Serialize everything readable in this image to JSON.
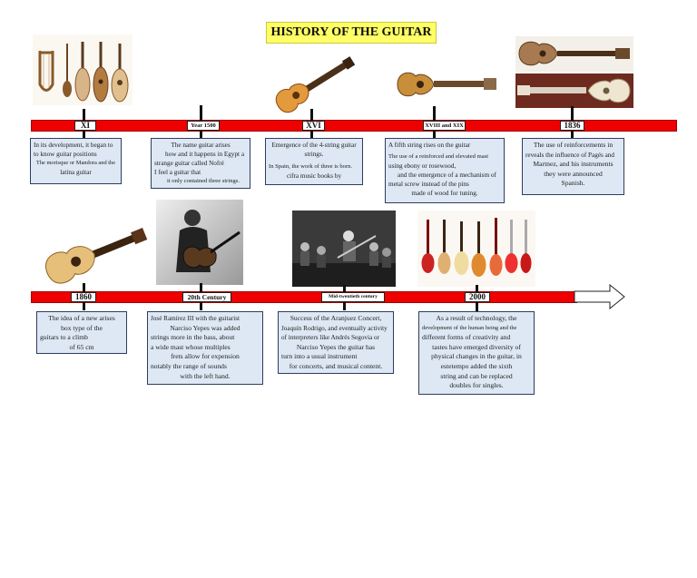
{
  "title": "HISTORY OF THE GUITAR",
  "colors": {
    "timeline_bar": "#ee0000",
    "title_highlight": "#ffff66",
    "note_box": "#dde8f4"
  },
  "timeline1": {
    "labels": [
      "XI",
      "Year 1500",
      "XVI",
      "XVIII and XIX",
      "1836"
    ],
    "notes": [
      [
        "In its development, it began to",
        "to know guitar positions",
        "The morisque or Mandora and the",
        "latina guitar"
      ],
      [
        "The name guitar arises",
        "how and it happens in Egypt a",
        "strange guitar called Nofré",
        "I feel a guitar that",
        "it only contained three strings."
      ],
      [
        "Emergence of the 4-string guitar",
        "strings.",
        "In Spain, the work of three is born.",
        "cifra music books by"
      ],
      [
        "A fifth string rises on the guitar",
        "The use of a reinforced and elevated mast",
        "using ebony or rosewood,",
        "and the emergence of a mechanism of",
        "metal screw instead of the pins",
        "made of wood for tuning."
      ],
      [
        "The use of reinforcements in",
        "reveals the influence of Pagés and",
        "Martnez, and his instruments",
        "they were announced",
        "Spanish."
      ]
    ]
  },
  "timeline2": {
    "labels": [
      "1860",
      "20th Century",
      "Mid-twentieth century",
      "2000"
    ],
    "notes": [
      [
        "The idea of a new arises",
        "box type of the",
        "guitars to a climb",
        "of 65 cm"
      ],
      [
        "José Ramírez III with the guitarist",
        "Narciso Yepes was added",
        "strings more in the bass, about",
        "a wide mast whose multiples",
        "frets allow for expension",
        "notably the range of sounds",
        "with the left hand."
      ],
      [
        "Success of the Aranjuez Concert,",
        "Joaquín Rodrigo, and eventually activity",
        "of interpreters like Andrés Segovia or",
        "Narciso Yepes the guitar has",
        "turn into a usual instrument",
        "for concerts, and musical content."
      ],
      [
        "As a result of technology, the",
        "development of the human being and the",
        "different forms of creativity and",
        "tastes have emerged diversity of",
        "physical changes in the guitar, in",
        "estetempo added the sixth",
        "string and can be replaced",
        "doubles for singles."
      ]
    ]
  }
}
